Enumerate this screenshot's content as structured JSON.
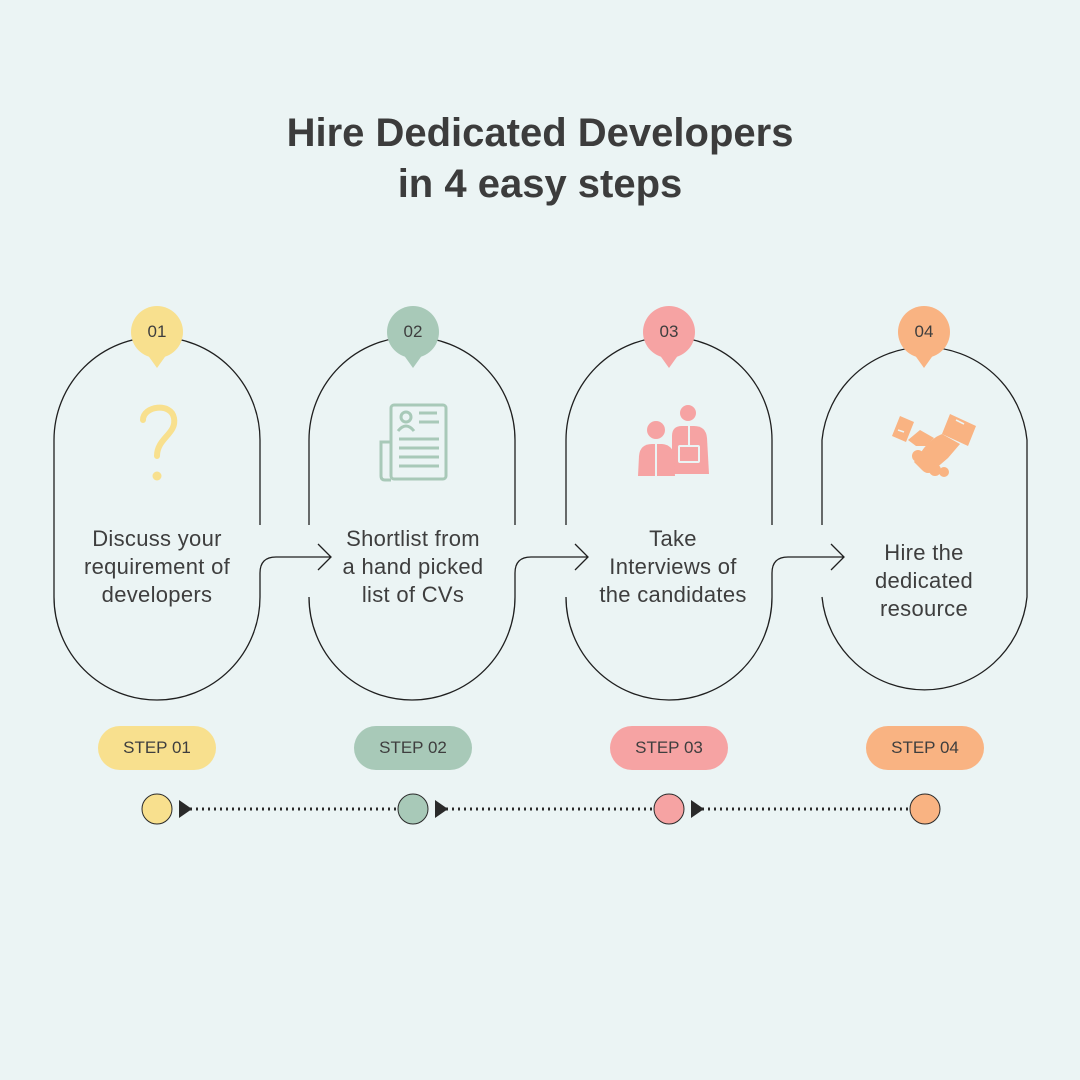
{
  "title": {
    "line1": "Hire Dedicated Developers",
    "line2": "in 4 easy steps"
  },
  "steps": [
    {
      "number": "01",
      "badge": "STEP 01",
      "icon": "question-mark-icon",
      "color": "#f8e08e",
      "lines": [
        "Discuss your",
        "requirement of",
        "developers"
      ]
    },
    {
      "number": "02",
      "badge": "STEP 02",
      "icon": "cv-document-icon",
      "color": "#a8c9b8",
      "lines": [
        "Shortlist from",
        "a hand picked",
        "list of CVs"
      ]
    },
    {
      "number": "03",
      "badge": "STEP 03",
      "icon": "interview-icon",
      "color": "#f6a3a3",
      "lines": [
        "Take",
        "Interviews of",
        "the candidates"
      ]
    },
    {
      "number": "04",
      "badge": "STEP 04",
      "icon": "handshake-icon",
      "color": "#f9b382",
      "lines": [
        "Hire the",
        "dedicated",
        "resource"
      ]
    }
  ],
  "colors": {
    "background": "#ebf4f4",
    "line": "#1f1f1f",
    "text": "#3e3e3e"
  }
}
